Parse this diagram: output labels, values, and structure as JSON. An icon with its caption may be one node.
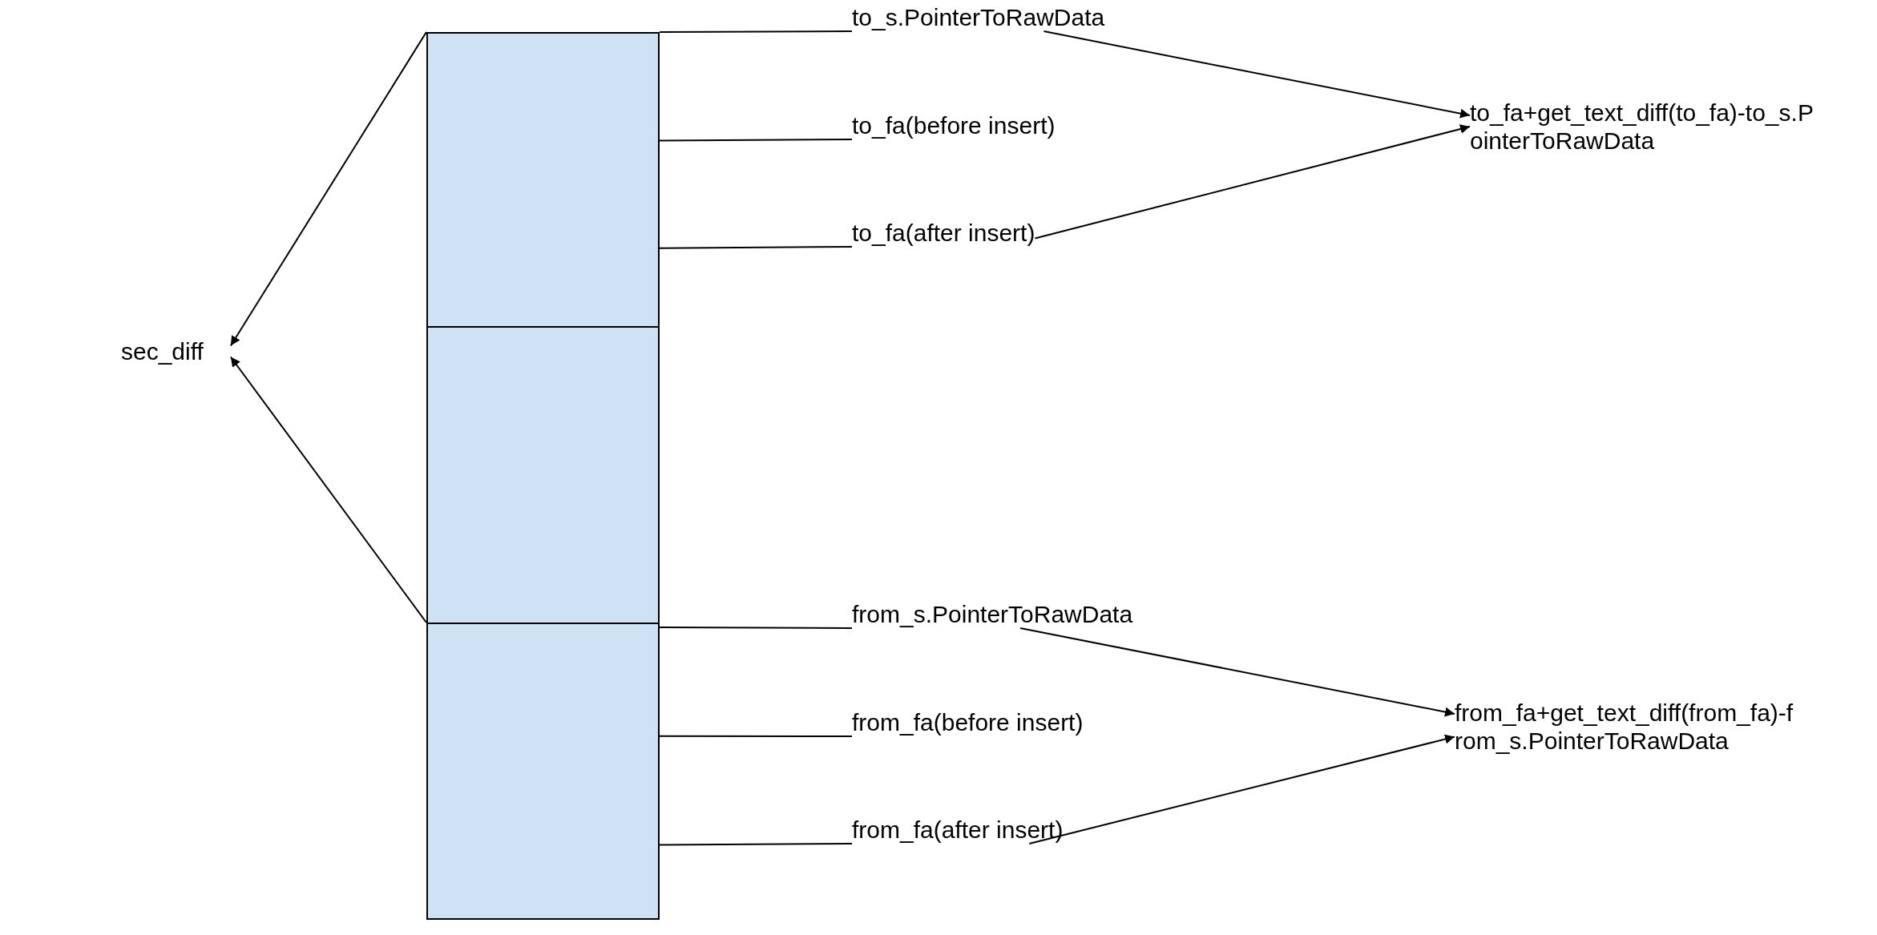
{
  "diagram": {
    "nodes": [
      {
        "text": [],
        "shape": "box"
      },
      {
        "text": [],
        "shape": "box"
      },
      {
        "text": [],
        "shape": "box"
      },
      {
        "text": [
          "sec_diff"
        ]
      },
      {
        "text": [
          "to_s.PointerToRawData"
        ]
      },
      {
        "text": [
          "to_fa(before insert)"
        ]
      },
      {
        "text": [
          "to_fa(after insert)"
        ]
      },
      {
        "text": [
          "from_s.PointerToRawData"
        ]
      },
      {
        "text": [
          "from_fa(before insert)"
        ]
      },
      {
        "text": [
          "from_fa(after insert)"
        ]
      },
      {
        "text": [
          "to_fa+get_text_diff(to_fa)-to_s.P ointerToRawData"
        ]
      },
      {
        "text": [
          "from_fa+get_text_diff(from_fa)-f rom_s.PointerToRawData"
        ]
      }
    ],
    "edges": [
      {
        "from": 0,
        "to": 3,
        "arrow": "to"
      },
      {
        "from": 2,
        "to": 3,
        "arrow": "to"
      },
      {
        "from": 0,
        "to": 4,
        "arrow": "none"
      },
      {
        "from": 0,
        "to": 5,
        "arrow": "none"
      },
      {
        "from": 0,
        "to": 6,
        "arrow": "none"
      },
      {
        "from": 2,
        "to": 7,
        "arrow": "none"
      },
      {
        "from": 2,
        "to": 8,
        "arrow": "none"
      },
      {
        "from": 2,
        "to": 9,
        "arrow": "none"
      },
      {
        "from": 4,
        "to": 10,
        "arrow": "to"
      },
      {
        "from": 6,
        "to": 10,
        "arrow": "to"
      },
      {
        "from": 7,
        "to": 11,
        "arrow": "to"
      },
      {
        "from": 9,
        "to": 11,
        "arrow": "to"
      }
    ]
  }
}
